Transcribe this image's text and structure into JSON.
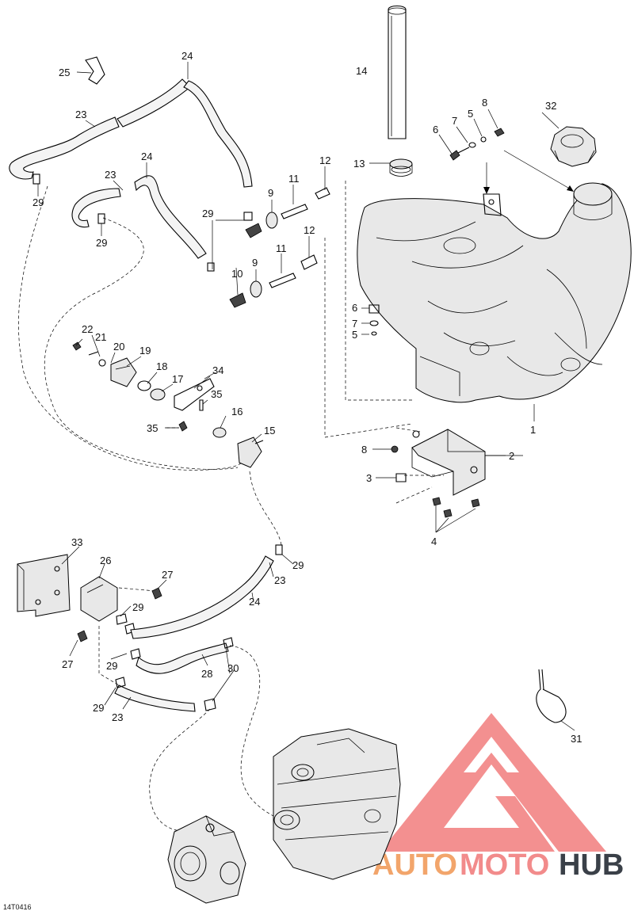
{
  "diagram": {
    "code": "14T0416",
    "watermark": {
      "parts": [
        "AUTO",
        "MOTO",
        "HUB"
      ],
      "colors": {
        "auto": "#f2a56b",
        "moto": "#f28b8b",
        "hub": "#3a4048",
        "triangle": "#ef6b6b"
      }
    },
    "callouts": [
      {
        "n": "1"
      },
      {
        "n": "2"
      },
      {
        "n": "3"
      },
      {
        "n": "4"
      },
      {
        "n": "5"
      },
      {
        "n": "5"
      },
      {
        "n": "6"
      },
      {
        "n": "6"
      },
      {
        "n": "7"
      },
      {
        "n": "7"
      },
      {
        "n": "8"
      },
      {
        "n": "8"
      },
      {
        "n": "9"
      },
      {
        "n": "9"
      },
      {
        "n": "10"
      },
      {
        "n": "11"
      },
      {
        "n": "11"
      },
      {
        "n": "12"
      },
      {
        "n": "12"
      },
      {
        "n": "13"
      },
      {
        "n": "14"
      },
      {
        "n": "15"
      },
      {
        "n": "16"
      },
      {
        "n": "17"
      },
      {
        "n": "18"
      },
      {
        "n": "19"
      },
      {
        "n": "20"
      },
      {
        "n": "21"
      },
      {
        "n": "22"
      },
      {
        "n": "23"
      },
      {
        "n": "23"
      },
      {
        "n": "23"
      },
      {
        "n": "23"
      },
      {
        "n": "24"
      },
      {
        "n": "24"
      },
      {
        "n": "24"
      },
      {
        "n": "25"
      },
      {
        "n": "26"
      },
      {
        "n": "27"
      },
      {
        "n": "27"
      },
      {
        "n": "28"
      },
      {
        "n": "29"
      },
      {
        "n": "29"
      },
      {
        "n": "29"
      },
      {
        "n": "29"
      },
      {
        "n": "29"
      },
      {
        "n": "29"
      },
      {
        "n": "29"
      },
      {
        "n": "30"
      },
      {
        "n": "31"
      },
      {
        "n": "32"
      },
      {
        "n": "33"
      },
      {
        "n": "34"
      },
      {
        "n": "35"
      },
      {
        "n": "35"
      }
    ]
  }
}
